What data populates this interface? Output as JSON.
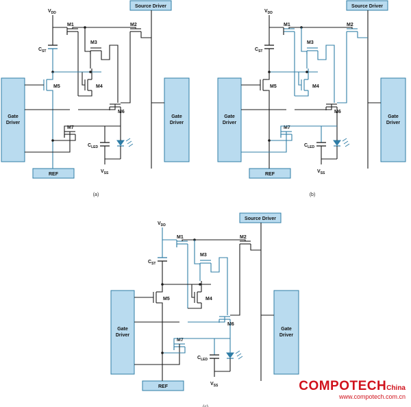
{
  "labels": {
    "source_driver": "Source Driver",
    "gate_driver_line1": "Gate",
    "gate_driver_line2": "Driver",
    "ref": "REF",
    "vdd_main": "V",
    "vdd_sub": "DD",
    "vss_main": "V",
    "vss_sub": "SS",
    "cst_main": "C",
    "cst_sub": "ST",
    "cled_main": "C",
    "cled_sub": "LED",
    "m1": "M1",
    "m2": "M2",
    "m3": "M3",
    "m4": "M4",
    "m5": "M5",
    "m6": "M6",
    "m7": "M7"
  },
  "captions": [
    "(a)",
    "(b)",
    "(c)"
  ],
  "colors": {
    "wire": "#1a1a1a",
    "active": "#2f7da6",
    "box_fill": "#b9dbef",
    "box_stroke": "#2f7da6",
    "watermark": "#d0111b"
  },
  "watermark": {
    "brand": "COMPOTECH",
    "suffix": "China",
    "url": "www.compotech.com.cn"
  }
}
